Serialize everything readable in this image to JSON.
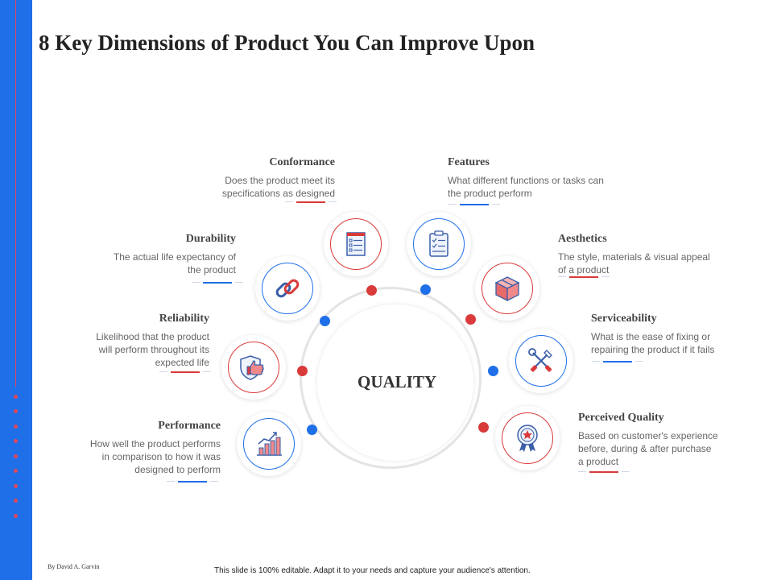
{
  "title": "8 Key Dimensions of Product You Can Improve Upon",
  "center_label": "QUALITY",
  "colors": {
    "blue": "#1f6fe8",
    "red": "#d93a3a"
  },
  "dimensions": [
    {
      "key": "conformance",
      "title": "Conformance",
      "desc": [
        "Does the product meet its",
        "specifications as designed"
      ],
      "icon": "checklist-icon",
      "accent": "red"
    },
    {
      "key": "features",
      "title": "Features",
      "desc": [
        "What different functions or tasks can",
        "the product perform"
      ],
      "icon": "clipboard-icon",
      "accent": "blue"
    },
    {
      "key": "durability",
      "title": "Durability",
      "desc": [
        "The actual life expectancy of",
        "the product"
      ],
      "icon": "chain-link-icon",
      "accent": "blue"
    },
    {
      "key": "aesthetics",
      "title": "Aesthetics",
      "desc": [
        "The style, materials & visual  appeal",
        "of a product"
      ],
      "icon": "box-icon",
      "accent": "red"
    },
    {
      "key": "reliability",
      "title": "Reliability",
      "desc": [
        "Likelihood that the product",
        "will perform  throughout its",
        "expected life"
      ],
      "icon": "shield-thumbs-up-icon",
      "accent": "red"
    },
    {
      "key": "serviceability",
      "title": "Serviceability",
      "desc": [
        "What is the ease of fixing or",
        "repairing the product if it fails"
      ],
      "icon": "tools-icon",
      "accent": "blue"
    },
    {
      "key": "performance",
      "title": "Performance",
      "desc": [
        "How well the product performs",
        "in comparison to how it was",
        "designed to perform"
      ],
      "icon": "bar-chart-icon",
      "accent": "blue"
    },
    {
      "key": "perceived_quality",
      "title": "Perceived Quality",
      "desc": [
        "Based on customer's experience",
        "before,  during & after purchase",
        "a product"
      ],
      "icon": "award-badge-icon",
      "accent": "red"
    }
  ],
  "byline": "By David A. Garvin",
  "footer": "This slide is 100% editable. Adapt it to your needs and capture your audience's attention."
}
